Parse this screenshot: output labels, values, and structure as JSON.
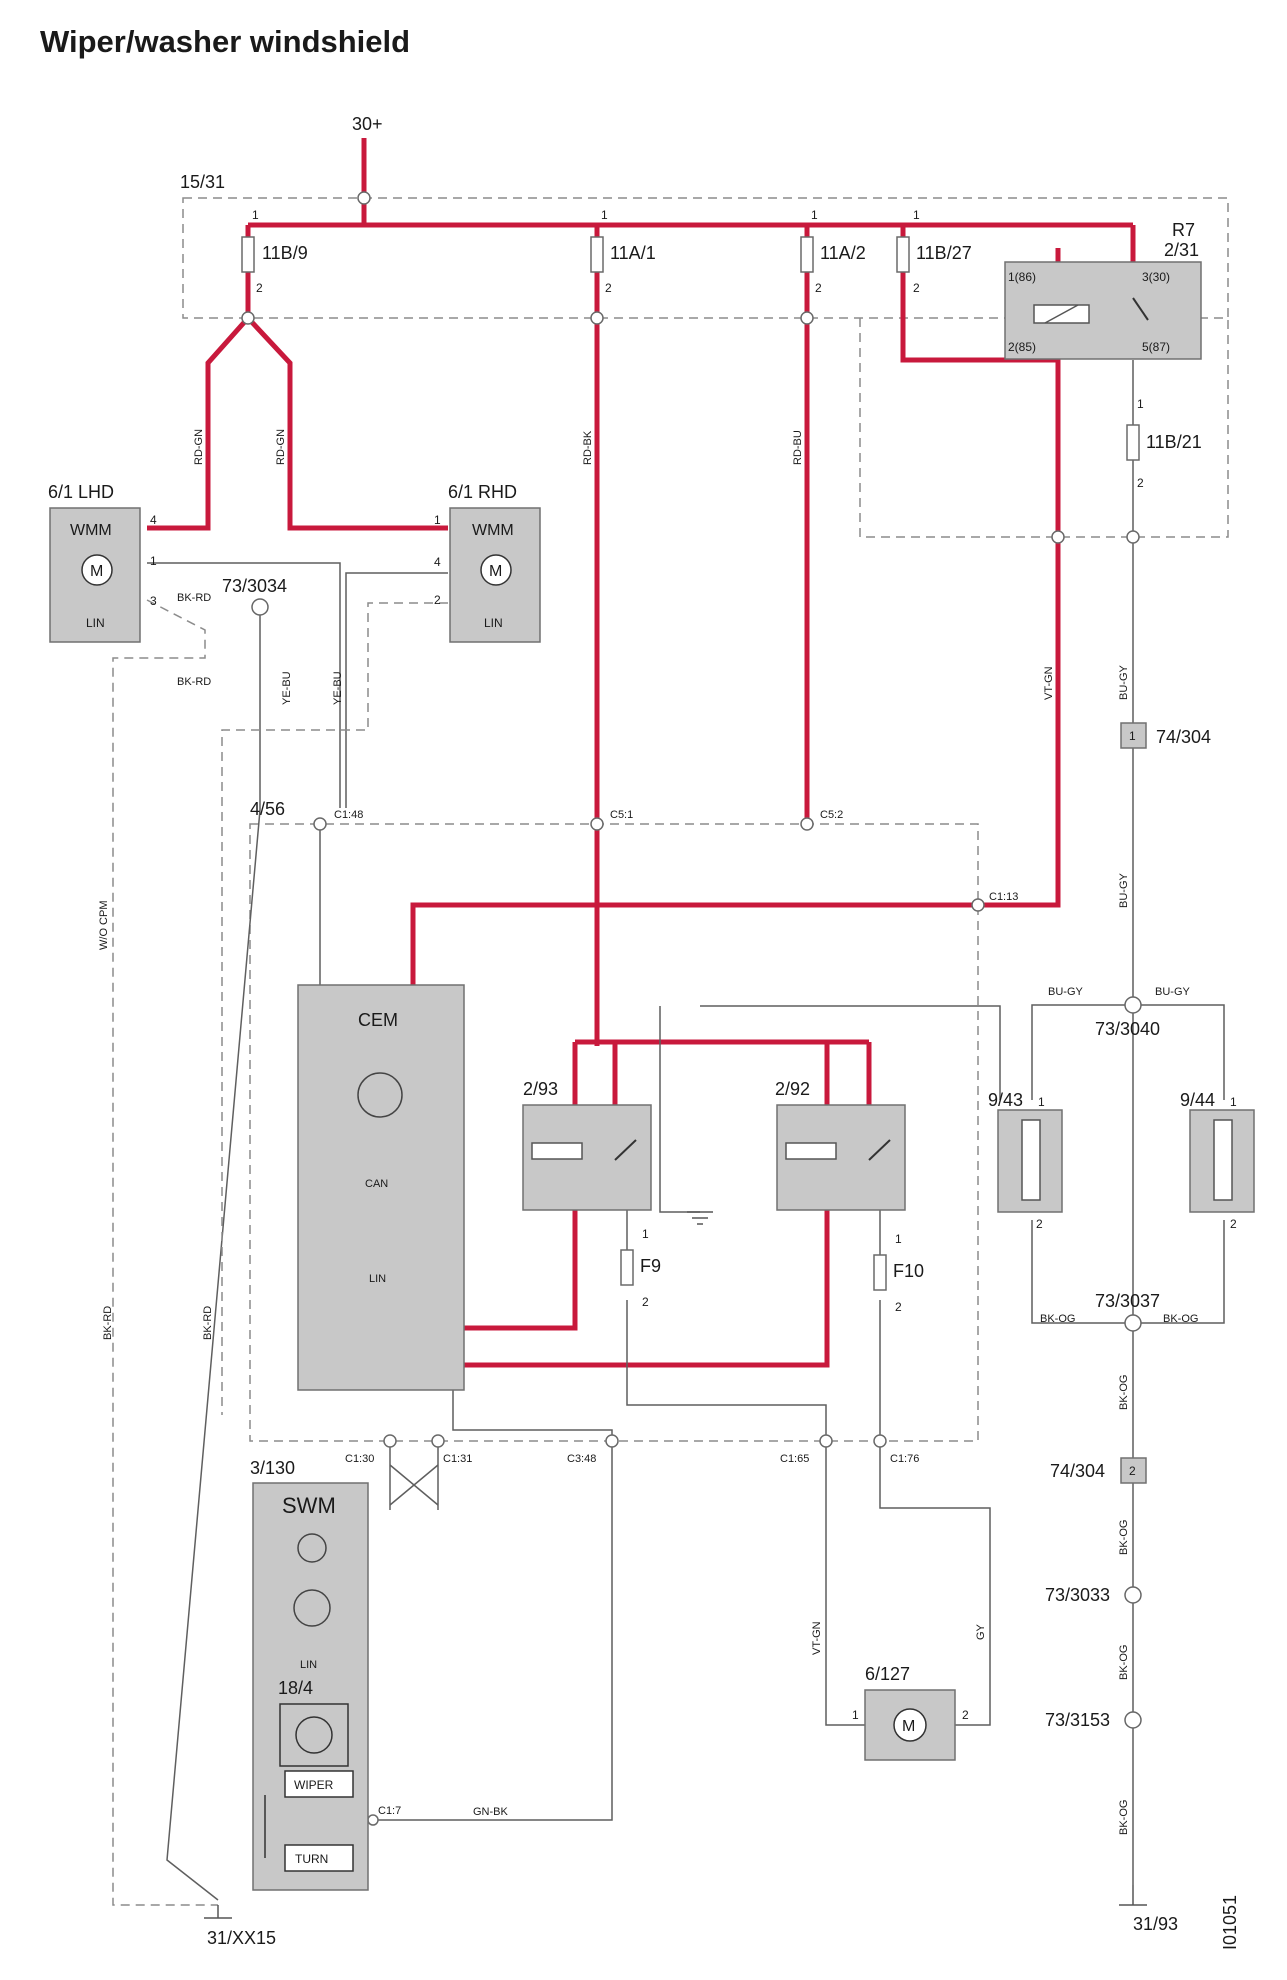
{
  "title": "Wiper/washer windshield",
  "drawing_id": "I01051",
  "supply": "30+",
  "ground_left": "31/XX15",
  "ground_right": "31/93",
  "relay_box": "15/31",
  "cem_box": "4/56",
  "fuses": {
    "f11b9": "11B/9",
    "f11a1": "11A/1",
    "f11a2": "11A/2",
    "f11b27": "11B/27",
    "f11b21": "11B/21",
    "f9": "F9",
    "f10": "F10"
  },
  "pins": {
    "p1": "1",
    "p2": "2",
    "p3": "3",
    "p4": "4"
  },
  "relay_r7": {
    "name": "R7",
    "id": "2/31",
    "pin_86": "1(86)",
    "pin_85": "2(85)",
    "pin_30": "3(30)",
    "pin_87": "5(87)"
  },
  "wmm_lhd": {
    "id": "6/1 LHD",
    "name": "WMM",
    "motor": "M",
    "bus": "LIN"
  },
  "wmm_rhd": {
    "id": "6/1 RHD",
    "name": "WMM",
    "motor": "M",
    "bus": "LIN"
  },
  "cem": {
    "name": "CEM",
    "can": "CAN",
    "lin": "LIN"
  },
  "relays": {
    "r293": "2/93",
    "r292": "2/92"
  },
  "swm": {
    "id": "3/130",
    "name": "SWM",
    "lin": "LIN",
    "switch_id": "18/4",
    "wiper": "WIPER",
    "turn": "TURN"
  },
  "washer_motor": {
    "id": "6/127",
    "motor": "M"
  },
  "heaters": {
    "h943": "9/43",
    "h944": "9/44"
  },
  "splices": {
    "s3034": "73/3034",
    "s3040": "73/3040",
    "s3037": "73/3037",
    "s3033": "73/3033",
    "s3153": "73/3153"
  },
  "connectors": {
    "c74_304a": "74/304",
    "c74_304b": "74/304",
    "c148": "C1:48",
    "c51": "C5:1",
    "c52": "C5:2",
    "c113": "C1:13",
    "c130": "C1:30",
    "c131": "C1:31",
    "c348": "C3:48",
    "c165": "C1:65",
    "c176": "C1:76",
    "c17": "C1:7"
  },
  "wires": {
    "rd_gn": "RD-GN",
    "rd_bk": "RD-BK",
    "rd_bu": "RD-BU",
    "vt_gn": "VT-GN",
    "bu_gy": "BU-GY",
    "bk_rd": "BK-RD",
    "ye_bu": "YE-BU",
    "bk_og": "BK-OG",
    "gn_bk": "GN-BK",
    "gy": "GY",
    "wo_cpm": "W/O CPM"
  },
  "colors": {
    "power_wire": "#c8193c",
    "component_fill": "#c8c8c8",
    "signal_wire": "#5f5f5f"
  }
}
